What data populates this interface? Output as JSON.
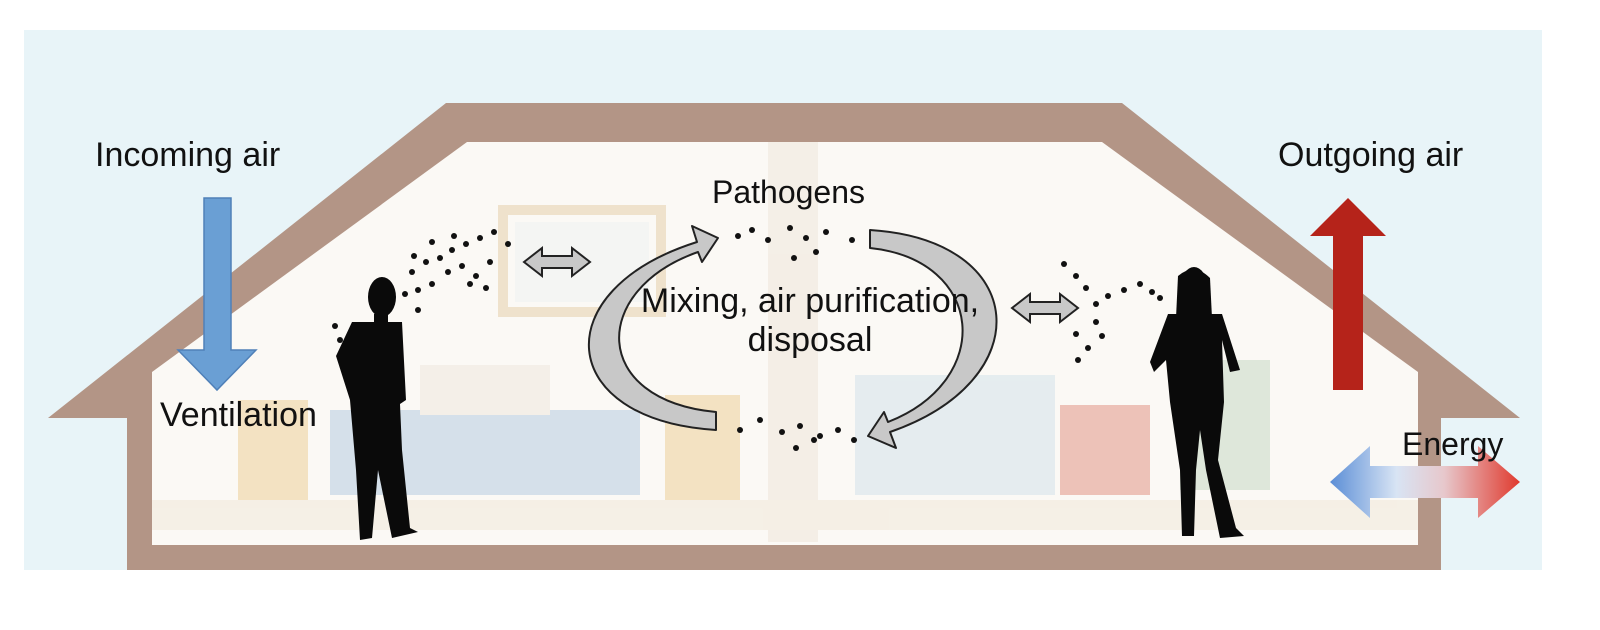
{
  "diagram": {
    "labels": {
      "incoming_air": "Incoming air",
      "ventilation": "Ventilation",
      "outgoing_air": "Outgoing air",
      "pathogens": "Pathogens",
      "mixing": "Mixing, air purification, disposal",
      "energy": "Energy"
    },
    "colors": {
      "sky": "#e8f4f8",
      "house_wall": "#b39586",
      "interior": "#fbf9f5",
      "incoming_arrow": "#6a9fd4",
      "outgoing_arrow": "#b5231a",
      "energy_cold": "#5b8ed6",
      "energy_hot": "#e03a2e",
      "cycle_arrow": "#c8c8c8",
      "silhouette": "#0a0a0a",
      "particles": "#111111"
    },
    "icons": [
      "down-arrow-icon",
      "up-arrow-icon",
      "double-arrow-icon",
      "cycle-arrow-icon",
      "person-silhouette-icon",
      "energy-arrow-icon"
    ]
  }
}
